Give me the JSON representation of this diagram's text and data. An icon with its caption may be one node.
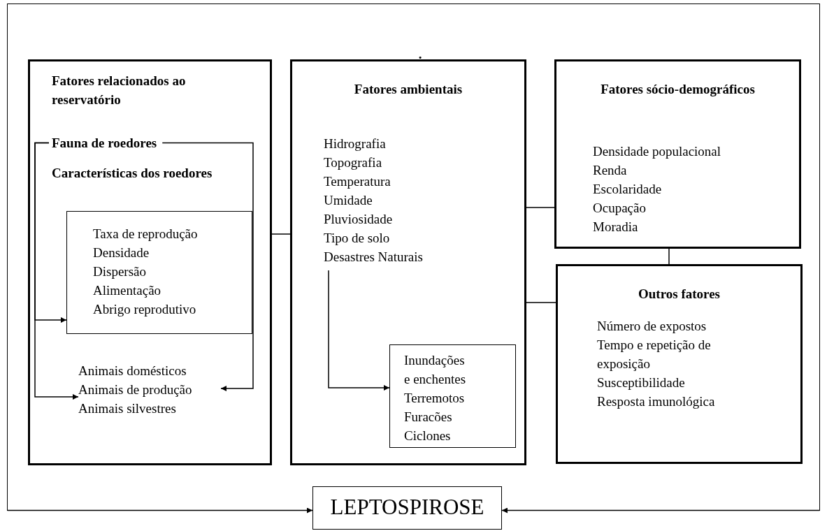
{
  "diagram": {
    "nodes": [
      {
        "text": [
          "."
        ]
      },
      {
        "text": [
          "Fatores relacionados ao reservatório",
          "Características dos roedores"
        ],
        "in": 0
      },
      {
        "text": [
          "Fauna de roedores"
        ],
        "in": 1
      },
      {
        "text": [
          "Taxa de reprodução",
          "Densidade",
          "Dispersão",
          "Alimentação",
          "Abrigo reprodutivo"
        ],
        "in": 1
      },
      {
        "text": [
          "Animais domésticos",
          "Animais de produção",
          "Animais silvestres"
        ],
        "in": 1
      },
      {
        "text": [
          "Fatores ambientais",
          "Hidrografia",
          "Topografia",
          "Temperatura",
          "Umidade",
          "Pluviosidade",
          "Tipo de solo",
          "Desastres Naturais"
        ],
        "in": 0
      },
      {
        "text": [
          "Inundações e enchentes",
          "Terremotos",
          "Furacões",
          "Ciclones"
        ],
        "in": 5
      },
      {
        "text": [
          "Fatores sócio-demográficos",
          "Densidade populacional",
          "Renda",
          "Escolaridade",
          "Ocupação",
          "Moradia"
        ],
        "in": 0
      },
      {
        "text": [
          "Outros fatores",
          "Número de expostos",
          "Tempo e repetição de exposição",
          "Susceptibilidade",
          "Resposta imunológica"
        ],
        "in": 0
      },
      {
        "text": [
          "LEPTOSPIROSE"
        ]
      }
    ],
    "edges": [
      {
        "from": 2,
        "to": 3,
        "arrow": "to"
      },
      {
        "from": 2,
        "to": 4,
        "arrow": "to"
      },
      {
        "from": 2,
        "to": 4,
        "arrow": "to"
      },
      {
        "from": 5,
        "to": 6,
        "arrow": "to"
      },
      {
        "from": 1,
        "to": 5,
        "arrow": "none"
      },
      {
        "from": 5,
        "to": 7,
        "arrow": "none"
      },
      {
        "from": 5,
        "to": 8,
        "arrow": "none"
      },
      {
        "from": 7,
        "to": 8,
        "arrow": "none"
      },
      {
        "from": 0,
        "to": 9,
        "arrow": "to"
      },
      {
        "from": 0,
        "to": 9,
        "arrow": "to"
      }
    ]
  }
}
